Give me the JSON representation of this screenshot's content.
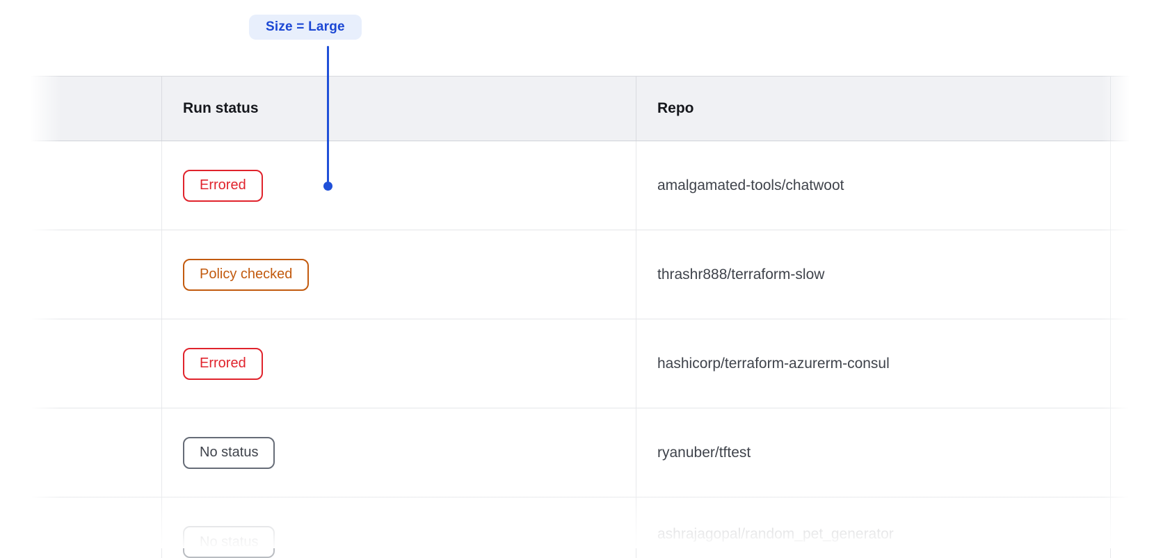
{
  "annotation": {
    "label": "Size = Large"
  },
  "table": {
    "columns": [
      {
        "label": ""
      },
      {
        "label": "Run status"
      },
      {
        "label": "Repo"
      },
      {
        "label": ""
      }
    ],
    "rows": [
      {
        "status": "Errored",
        "status_kind": "errored",
        "repo": "amalgamated-tools/chatwoot"
      },
      {
        "status": "Policy checked",
        "status_kind": "policy-checked",
        "repo": "thrashr888/terraform-slow"
      },
      {
        "status": "Errored",
        "status_kind": "errored",
        "repo": "hashicorp/terraform-azurerm-consul"
      },
      {
        "status": "No status",
        "status_kind": "no-status",
        "repo": "ryanuber/tftest"
      },
      {
        "status": "No status",
        "status_kind": "no-status",
        "repo": "ashrajagopal/random_pet_generator",
        "faded": true
      }
    ]
  },
  "colors": {
    "annotation_blue": "#2050d8",
    "annotation_text": "#1b47d4",
    "annotation_bg": "#e8effc",
    "errored": "#e0232c",
    "policy_checked": "#c25a0e",
    "no_status_border": "#666c77",
    "header_bg": "#f0f1f4",
    "row_divider": "#e4e6e9",
    "text_dark": "#15171c",
    "text_body": "#3f434b"
  }
}
